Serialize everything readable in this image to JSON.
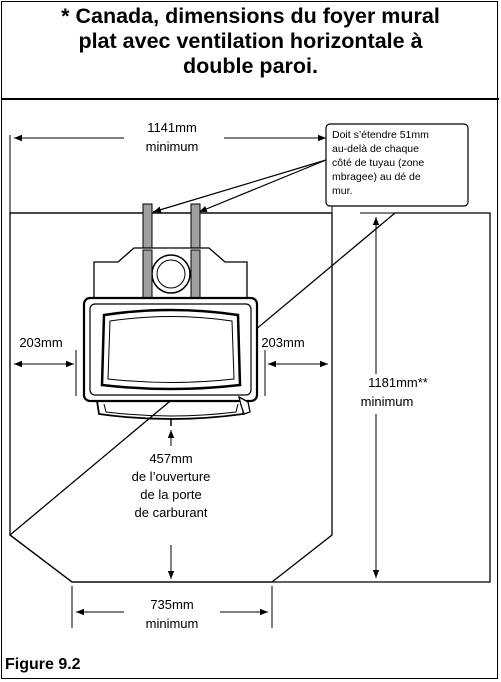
{
  "title": {
    "line1": "* Canada, dimensions du foyer mural",
    "line2": "plat avec ventilation horizontale à",
    "line3": "double paroi."
  },
  "dimensions": {
    "top_width": {
      "value": "1141mm",
      "qualifier": "minimum"
    },
    "side_left": "203mm",
    "side_right": "203mm",
    "height": {
      "value": "1181mm**",
      "qualifier": "minimum"
    },
    "front": {
      "value": "457mm",
      "line2": "de l’ouverture",
      "line3": "de la porte",
      "line4": "de carburant"
    },
    "bottom_width": {
      "value": "735mm",
      "qualifier": "minimum"
    }
  },
  "note": {
    "line1": "Doit s’étendre 51mm",
    "line2": "au-delà de chaque",
    "line3": "côté de tuyau (zone",
    "line4": "mbragee) au dé de",
    "line5": "mur."
  },
  "caption": "Figure 9.2",
  "colors": {
    "pipe": "#a0a0a0",
    "line": "#000000",
    "background": "#ffffff"
  }
}
